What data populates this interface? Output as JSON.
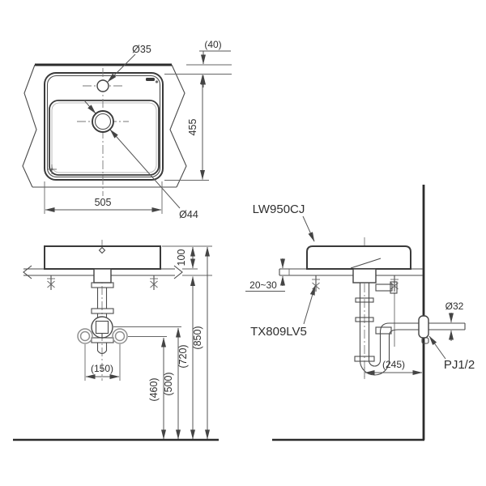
{
  "plan_view": {
    "faucet_hole_diameter": "Ø35",
    "rear_clearance": "(40)",
    "overall_depth": "455",
    "overall_width": "505",
    "drain_hole_diameter": "Ø44"
  },
  "front_view": {
    "rim_above_counter": "100",
    "supply_pitch": "(150)",
    "supply_height": "(460)",
    "trap_height": "(500)",
    "counter_underside_height": "(720)",
    "rim_height": "(850)"
  },
  "side_view": {
    "product_code": "LW950CJ",
    "drain_fitting_code": "TX809LV5",
    "counter_thickness": "20~30",
    "outlet_pipe_diameter": "Ø32",
    "trap_to_wall": "(245)",
    "wall_joint_type": "PJ1/2"
  }
}
